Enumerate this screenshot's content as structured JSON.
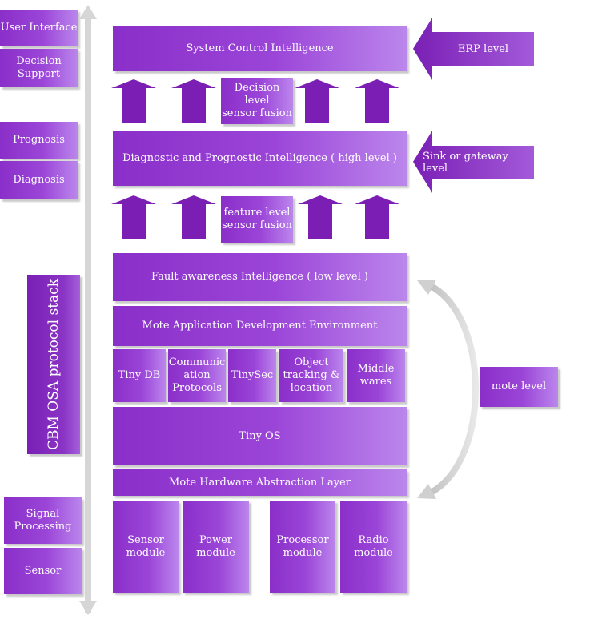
{
  "colors": {
    "box_start": "#8a2fc9",
    "box_end": "#bb86ec",
    "arrow": "#7b1fb4",
    "axis": "#d3d3d3",
    "text": "#ffffff"
  },
  "left_column": {
    "user_interface": "User Interface",
    "decision_support": "Decision\nSupport",
    "prognosis": "Prognosis",
    "diagnosis": "Diagnosis",
    "stack_label": "CBM OSA protocol stack",
    "signal_processing": "Signal\nProcessing",
    "sensor": "Sensor"
  },
  "main_stack": {
    "system_control": "System Control Intelligence",
    "decision_fusion": "Decision level\nsensor fusion",
    "diagnostic_prognostic": "Diagnostic and Prognostic Intelligence ( high level )",
    "feature_fusion": "feature level\nsensor fusion",
    "fault_awareness": "Fault awareness Intelligence ( low level )",
    "mote_ade": "Mote Application Development Environment",
    "tiny_db": "Tiny DB",
    "communication_protocols": "Communic\nation\nProtocols",
    "tinysec": "TinySec",
    "object_tracking": "Object\ntracking &\nlocation",
    "middlewares": "Middle\nwares",
    "tiny_os": "Tiny OS",
    "mote_hal": "Mote Hardware Abstraction Layer",
    "sensor_module": "Sensor\nmodule",
    "power_module": "Power\nmodule",
    "processor_module": "Processor\nmodule",
    "radio_module": "Radio\nmodule"
  },
  "levels": {
    "erp": "ERP level",
    "sink_gateway": "Sink or gateway level",
    "mote": "mote level"
  }
}
